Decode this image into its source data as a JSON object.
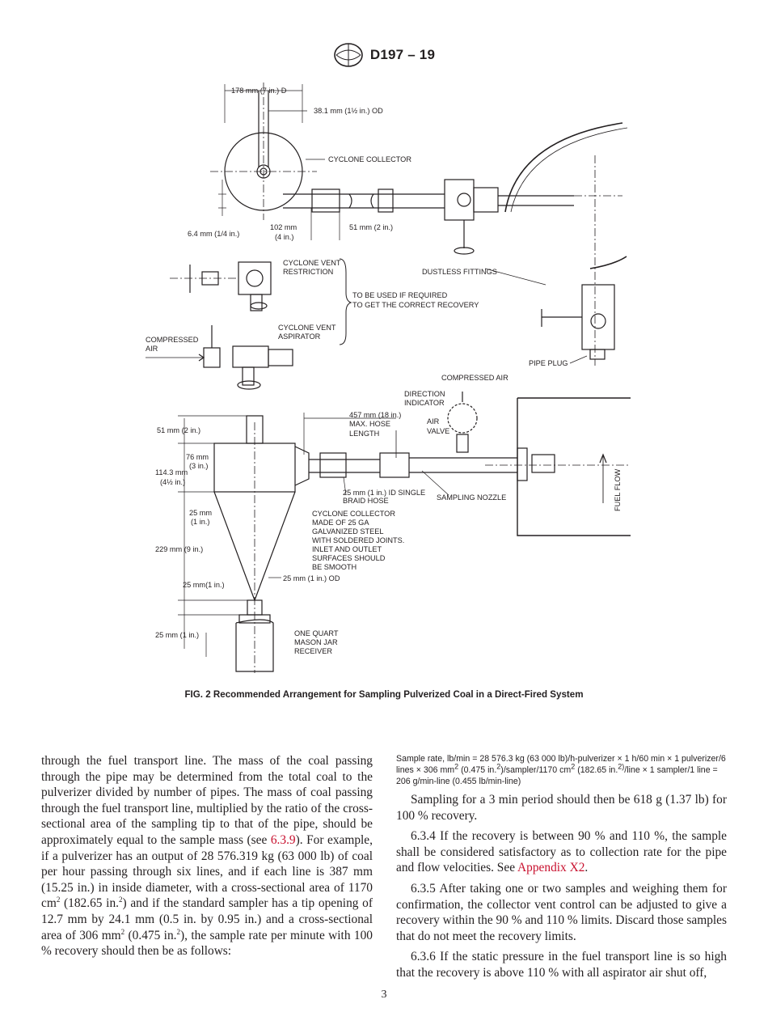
{
  "header": {
    "logo_letters": "ASTM",
    "designation": "D197 – 19"
  },
  "figure": {
    "labels": {
      "dim_d": "178 mm (7 in.) D",
      "dim_od": "38.1 mm (1½ in.) OD",
      "cyclone_collector": "CYCLONE COLLECTOR",
      "dim_64": "6.4 mm (1/4 in.)",
      "dim_102a": "102 mm",
      "dim_102b": "(4 in.)",
      "dim_51": "51 mm (2 in.)",
      "dustless_fittings": "DUSTLESS FITTINGS",
      "vent_restriction_1": "CYCLONE VENT",
      "vent_restriction_2": "RESTRICTION",
      "to_be_used_1": "TO BE USED IF REQUIRED",
      "to_be_used_2": "TO GET THE CORRECT RECOVERY",
      "vent_aspirator_1": "CYCLONE VENT",
      "vent_aspirator_2": "ASPIRATOR",
      "compressed_air_left_1": "COMPRESSED",
      "compressed_air_left_2": "AIR",
      "pipe_plug": "PIPE PLUG",
      "compressed_air_top": "COMPRESSED AIR",
      "direction_1": "DIRECTION",
      "direction_2": "INDICATOR",
      "hose_1": "457 mm (18 in.)",
      "hose_2": "MAX. HOSE",
      "hose_3": "LENGTH",
      "air_valve_1": "AIR",
      "air_valve_2": "VALVE",
      "dim_51_lower": "51 mm (2 in.)",
      "dim_76a": "76 mm",
      "dim_76b": "(3 in.)",
      "dim_1143a": "114.3 mm",
      "dim_1143b": "(4½ in.)",
      "braid_1": "25 mm (1 in.) ID SINGLE",
      "braid_2": "BRAID HOSE",
      "sampling_nozzle": "SAMPLING NOZZLE",
      "fuel_flow": "FUEL FLOW",
      "dim_25a": "25 mm",
      "dim_25b": "(1 in.)",
      "collector_desc_1": "CYCLONE COLLECTOR",
      "collector_desc_2": "MADE OF 25 GA",
      "collector_desc_3": "GALVANIZED STEEL",
      "collector_desc_4": "WITH SOLDERED JOINTS.",
      "collector_desc_5": "INLET AND OUTLET",
      "collector_desc_6": "SURFACES SHOULD",
      "collector_desc_7": "BE SMOOTH",
      "dim_229": "229 mm (9 in.)",
      "dim_25_mid": "25 mm(1 in.)",
      "dim_25_od": "25 mm (1 in.) OD",
      "dim_25_bottom": "25 mm (1 in.)",
      "mason_1": "ONE QUART",
      "mason_2": "MASON JAR",
      "mason_3": "RECEIVER"
    },
    "caption": "FIG. 2 Recommended Arrangement for Sampling Pulverized Coal in a Direct-Fired System"
  },
  "left_column": {
    "p1_a": "through the fuel transport line. The mass of the coal passing through the pipe may be determined from the total coal to the pulverizer divided by number of pipes. The mass of coal passing through the fuel transport line, multiplied by the ratio of the cross-sectional area of the sampling tip to that of the pipe, should be approximately equal to the sample mass (see ",
    "p1_link": "6.3.9",
    "p1_b": "). For example, if a pulverizer has an output of 28 576.319 kg (63 000 lb) of coal per hour passing through six lines, and if each line is 387 mm (15.25 in.) in inside diameter, with a cross-sectional area of 1170 cm",
    "p1_sup1": "2",
    "p1_c": " (182.65 in.",
    "p1_sup2": "2",
    "p1_d": ") and if the standard sampler has a tip opening of 12.7 mm by 24.1 mm (0.5 in. by 0.95 in.) and a cross-sectional area of 306 mm",
    "p1_sup3": "2",
    "p1_e": " (0.475 in.",
    "p1_sup4": "2",
    "p1_f": "), the sample rate per minute with 100 % recovery should then be as follows:"
  },
  "right_column": {
    "eq_a": "Sample rate, lb/min = 28 576.3 kg (63 000 lb)/h-pulverizer × 1 h/60 min × 1 pulverizer/6 lines × 306 mm",
    "eq_sup1": "2",
    "eq_b": " (0.475 in.",
    "eq_sup2": "2",
    "eq_c": ")/sampler/1170 cm",
    "eq_sup3": "2",
    "eq_d": " (182.65 in.",
    "eq_sup4": "2)",
    "eq_e": "/line × 1 sampler/1 line = 206 g/min-line (0.455 lb/min-line)",
    "p_sampling": "Sampling for a 3 min period should then be 618 g (1.37 lb) for 100 % recovery.",
    "p634_a": "6.3.4 If the recovery is between 90 % and 110 %, the sample shall be considered satisfactory as to collection rate for the pipe and flow velocities. See ",
    "p634_link": "Appendix X2",
    "p634_b": ".",
    "p635": "6.3.5 After taking one or two samples and weighing them for confirmation, the collector vent control can be adjusted to give a recovery within the 90 % and 110 % limits. Discard those samples that do not meet the recovery limits.",
    "p636": "6.3.6 If the static pressure in the fuel transport line is so high that the recovery is above 110 % with all aspirator air shut off,"
  },
  "footer": {
    "page_number": "3"
  }
}
